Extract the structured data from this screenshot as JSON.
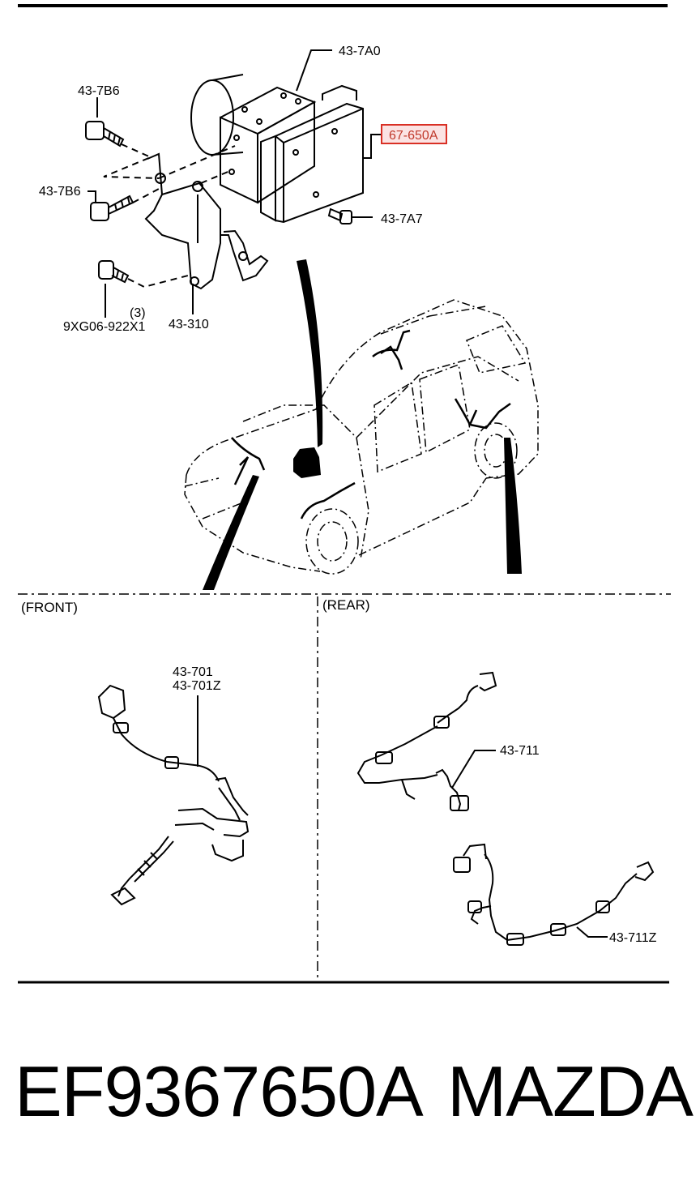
{
  "labels": {
    "hu_assy": "43-7A0",
    "module": "67-650A",
    "bolt_upper": "43-7B6",
    "bolt_lower": "43-7B6",
    "bolt_nut": "43-7A7",
    "bolt_bottom": "9XG06-922X1",
    "bolt_qty": "(3)",
    "bracket": "43-310",
    "front_sensor_l": "43-701",
    "front_sensor_r": "43-701Z",
    "rear_sensor_l": "43-711",
    "rear_sensor_r": "43-711Z"
  },
  "sections": {
    "front": "(FRONT)",
    "rear": "(REAR)"
  },
  "footer": {
    "part_number": "EF9367650A",
    "brand": "MAZDA"
  },
  "colors": {
    "line": "#000000",
    "highlight": "#d93025",
    "highlight_fill": "#fbe3e3"
  }
}
